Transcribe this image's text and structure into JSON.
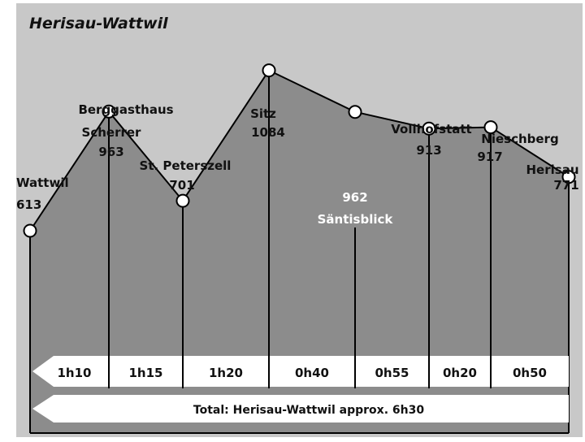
{
  "title": "Herisau-Wattwil",
  "chart_data": {
    "type": "area",
    "title": "Herisau-Wattwil",
    "stations": [
      {
        "name": "Wattwil",
        "elevation": 613
      },
      {
        "name": "Berggasthaus Scherrer",
        "elevation": 963
      },
      {
        "name": "St. Peterszell",
        "elevation": 701
      },
      {
        "name": "Sitz",
        "elevation": 1084
      },
      {
        "name": "Säntisblick",
        "elevation": 962
      },
      {
        "name": "Vollhofstatt",
        "elevation": 913
      },
      {
        "name": "Nieschberg",
        "elevation": 917
      },
      {
        "name": "Herisau",
        "elevation": 771
      }
    ],
    "durations": [
      "1h10",
      "1h15",
      "1h20",
      "0h40",
      "0h55",
      "0h20",
      "0h50"
    ],
    "total": "Total:  Herisau-Wattwil approx.  6h30"
  },
  "colors": {
    "background": "#c8c8c8",
    "profile_fill": "#8c8c8c",
    "line": "#000000",
    "node": "#ffffff",
    "arrow": "#ffffff"
  }
}
